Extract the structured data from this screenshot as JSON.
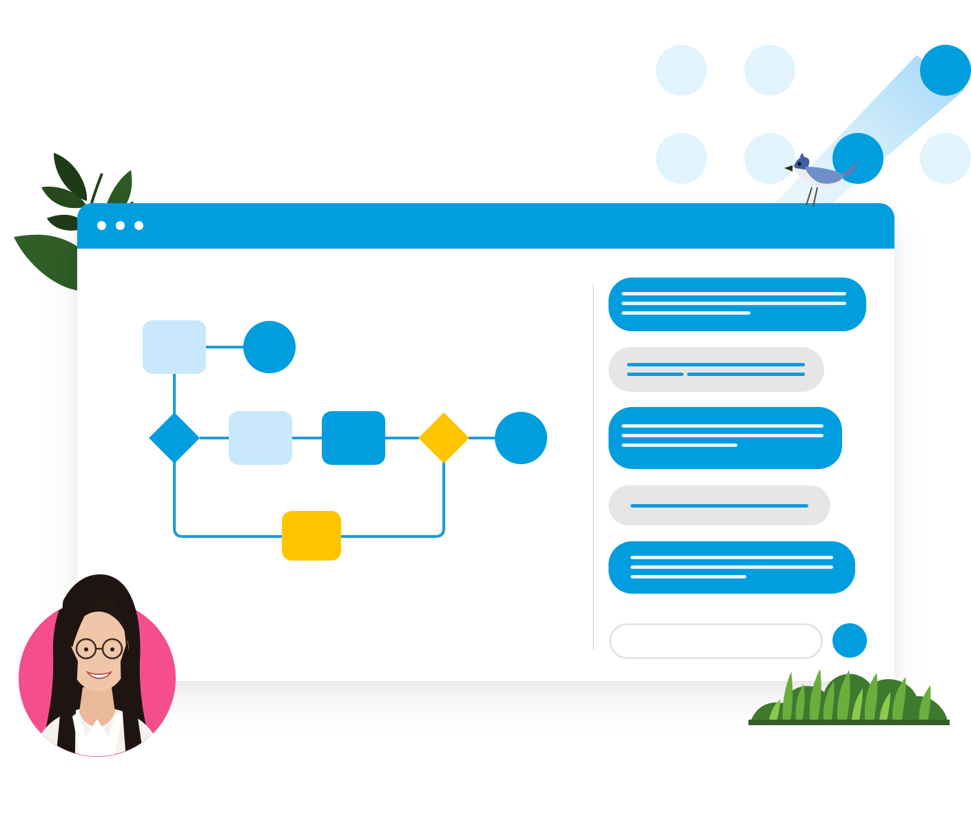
{
  "window": {
    "titlebar_color": "#009EDF",
    "controls": [
      "dot",
      "dot",
      "dot"
    ]
  },
  "flowchart": {
    "colors": {
      "primary": "#009EDF",
      "light": "#C9E8FB",
      "accent": "#FFC400",
      "connector": "#1C9BD8"
    },
    "nodes": [
      "light-box",
      "circle",
      "blue-diamond",
      "light-box",
      "blue-box",
      "yellow-diamond",
      "circle",
      "yellow-box"
    ]
  },
  "chat": {
    "messages": [
      {
        "type": "outgoing",
        "color": "#009EDF"
      },
      {
        "type": "incoming",
        "color": "#E6E6E6"
      },
      {
        "type": "outgoing",
        "color": "#009EDF"
      },
      {
        "type": "incoming",
        "color": "#E6E6E6"
      },
      {
        "type": "outgoing",
        "color": "#009EDF"
      }
    ],
    "input_value": "",
    "send_icon": "send-dot-icon"
  },
  "decor": {
    "avatar_ring_color": "#F54E8C",
    "icons": [
      "leaf-branch-icon",
      "bird-icon",
      "grass-bush-icon",
      "avatar-photo"
    ]
  }
}
